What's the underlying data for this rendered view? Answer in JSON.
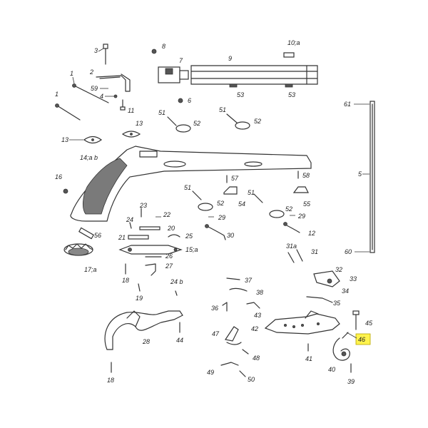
{
  "labels": {
    "l1a": "1",
    "l1b": "1",
    "l2": "2",
    "l3": "3",
    "l4": "4",
    "l5": "5",
    "l6": "6",
    "l7": "7",
    "l8": "8",
    "l9": "9",
    "l10": "10;a",
    "l11": "11",
    "l12": "12",
    "l13a": "13",
    "l13b": "13",
    "l14": "14;a b",
    "l15": "15;a",
    "l16": "16",
    "l17": "17;a",
    "l18a": "18",
    "l18b": "18",
    "l19": "19",
    "l20": "20",
    "l21": "21",
    "l22": "22",
    "l23": "23",
    "l24": "24",
    "l24b": "24 b",
    "l25": "25",
    "l26": "26",
    "l27": "27",
    "l28": "28",
    "l29a": "29",
    "l29b": "29",
    "l30": "30",
    "l31": "31",
    "l31a": "31a",
    "l32": "32",
    "l33": "33",
    "l34": "34",
    "l35": "35",
    "l36": "36",
    "l37": "37",
    "l38": "38",
    "l39": "39",
    "l40": "40",
    "l41": "41",
    "l42": "42",
    "l43": "43",
    "l44": "44",
    "l45": "45",
    "l46": "46",
    "l47": "47",
    "l48": "48",
    "l49": "49",
    "l50": "50",
    "l51a": "51",
    "l51b": "51",
    "l51c": "51",
    "l51d": "51",
    "l52a": "52",
    "l52b": "52",
    "l52c": "52",
    "l52d": "52",
    "l53a": "53",
    "l53b": "53",
    "l54": "54",
    "l55": "55",
    "l56": "56",
    "l57": "57",
    "l58": "58",
    "l59": "59",
    "l60": "60",
    "l61": "61"
  },
  "highlight": {
    "label": "46",
    "color": "#fff34d"
  }
}
